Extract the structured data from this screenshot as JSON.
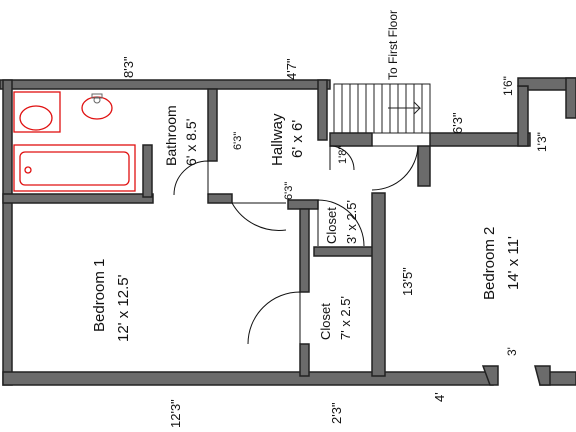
{
  "rooms": {
    "bedroom1": {
      "name": "Bedroom 1",
      "size": "12' x 12.5'"
    },
    "bedroom2": {
      "name": "Bedroom 2",
      "size": "14' x 11'"
    },
    "bathroom": {
      "name": "Bathroom",
      "size": "6' x 8.5'"
    },
    "hallway": {
      "name": "Hallway",
      "size": "6' x 6'"
    },
    "closet_small": {
      "name": "Closet",
      "size": "3' x 2.5'"
    },
    "closet_large": {
      "name": "Closet",
      "size": "7' x 2.5'"
    }
  },
  "stairs_label": "To First Floor",
  "dimensions": {
    "d_8_3": "8'3\"",
    "d_4_7": "4'7\"",
    "d_1_6": "1'6\"",
    "d_6_3_bath": "6'3\"",
    "d_6_3_stair": "6'3\"",
    "d_1_8": "1'8\"",
    "d_1_3": "1'3\"",
    "d_6_3_hall": "6'3\"",
    "d_13_5": "13'5\"",
    "d_3": "3'",
    "d_12_3": "12'3\"",
    "d_2_3": "2'3\"",
    "d_4": "4'"
  }
}
